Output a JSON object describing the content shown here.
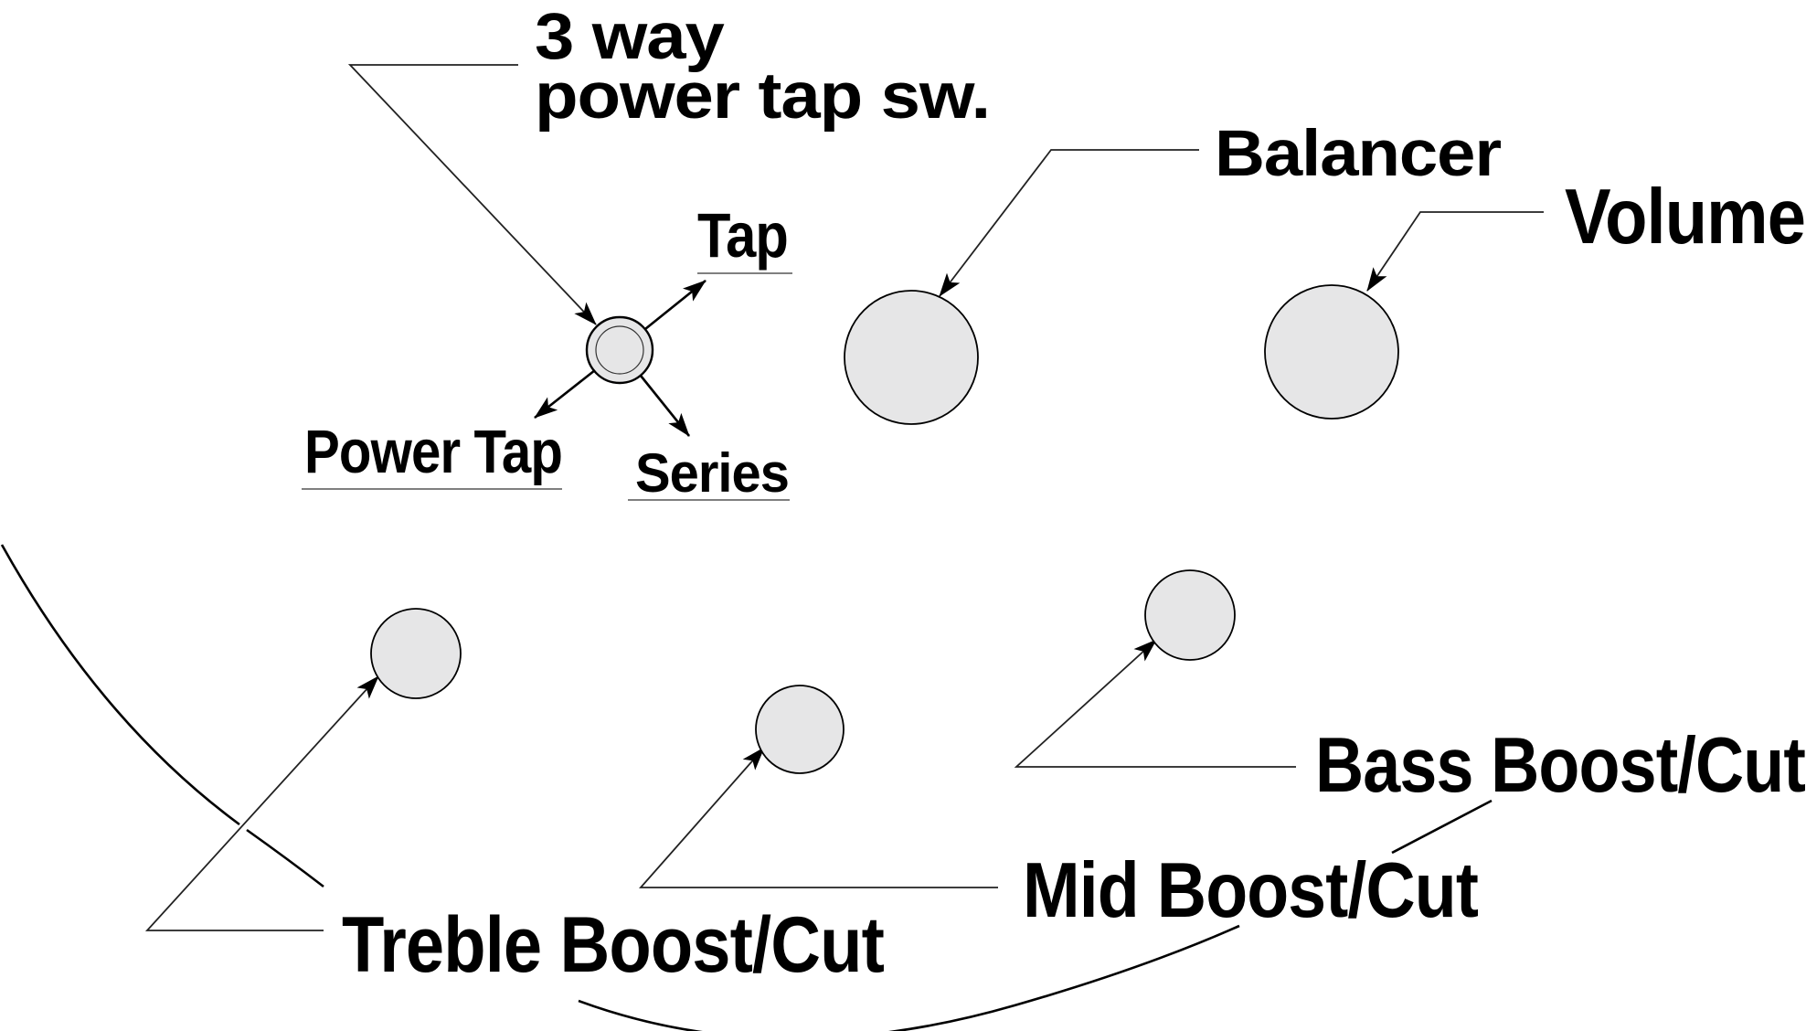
{
  "diagram": {
    "title": "Guitar control layout",
    "colors": {
      "knob_fill": "#e6e6e7",
      "outline": "#000000",
      "leader": "#222222",
      "underline": "#555555",
      "text": "#000000",
      "background": "#ffffff"
    },
    "labels": {
      "switch_title_line1": "3 way",
      "switch_title_line2": "power tap sw.",
      "tap": "Tap",
      "power_tap": "Power Tap",
      "series": "Series",
      "balancer": "Balancer",
      "volume": "Volume",
      "treble": "Treble Boost/Cut",
      "mid": "Mid Boost/Cut",
      "bass": "Bass Boost/Cut"
    },
    "controls": [
      {
        "id": "power-tap-switch",
        "type": "switch",
        "label": "3 way power tap sw.",
        "positions": [
          "Tap",
          "Power Tap",
          "Series"
        ]
      },
      {
        "id": "balancer-knob",
        "type": "knob",
        "label": "Balancer"
      },
      {
        "id": "volume-knob",
        "type": "knob",
        "label": "Volume"
      },
      {
        "id": "treble-knob",
        "type": "knob",
        "label": "Treble Boost/Cut"
      },
      {
        "id": "mid-knob",
        "type": "knob",
        "label": "Mid Boost/Cut"
      },
      {
        "id": "bass-knob",
        "type": "knob",
        "label": "Bass Boost/Cut"
      }
    ]
  }
}
